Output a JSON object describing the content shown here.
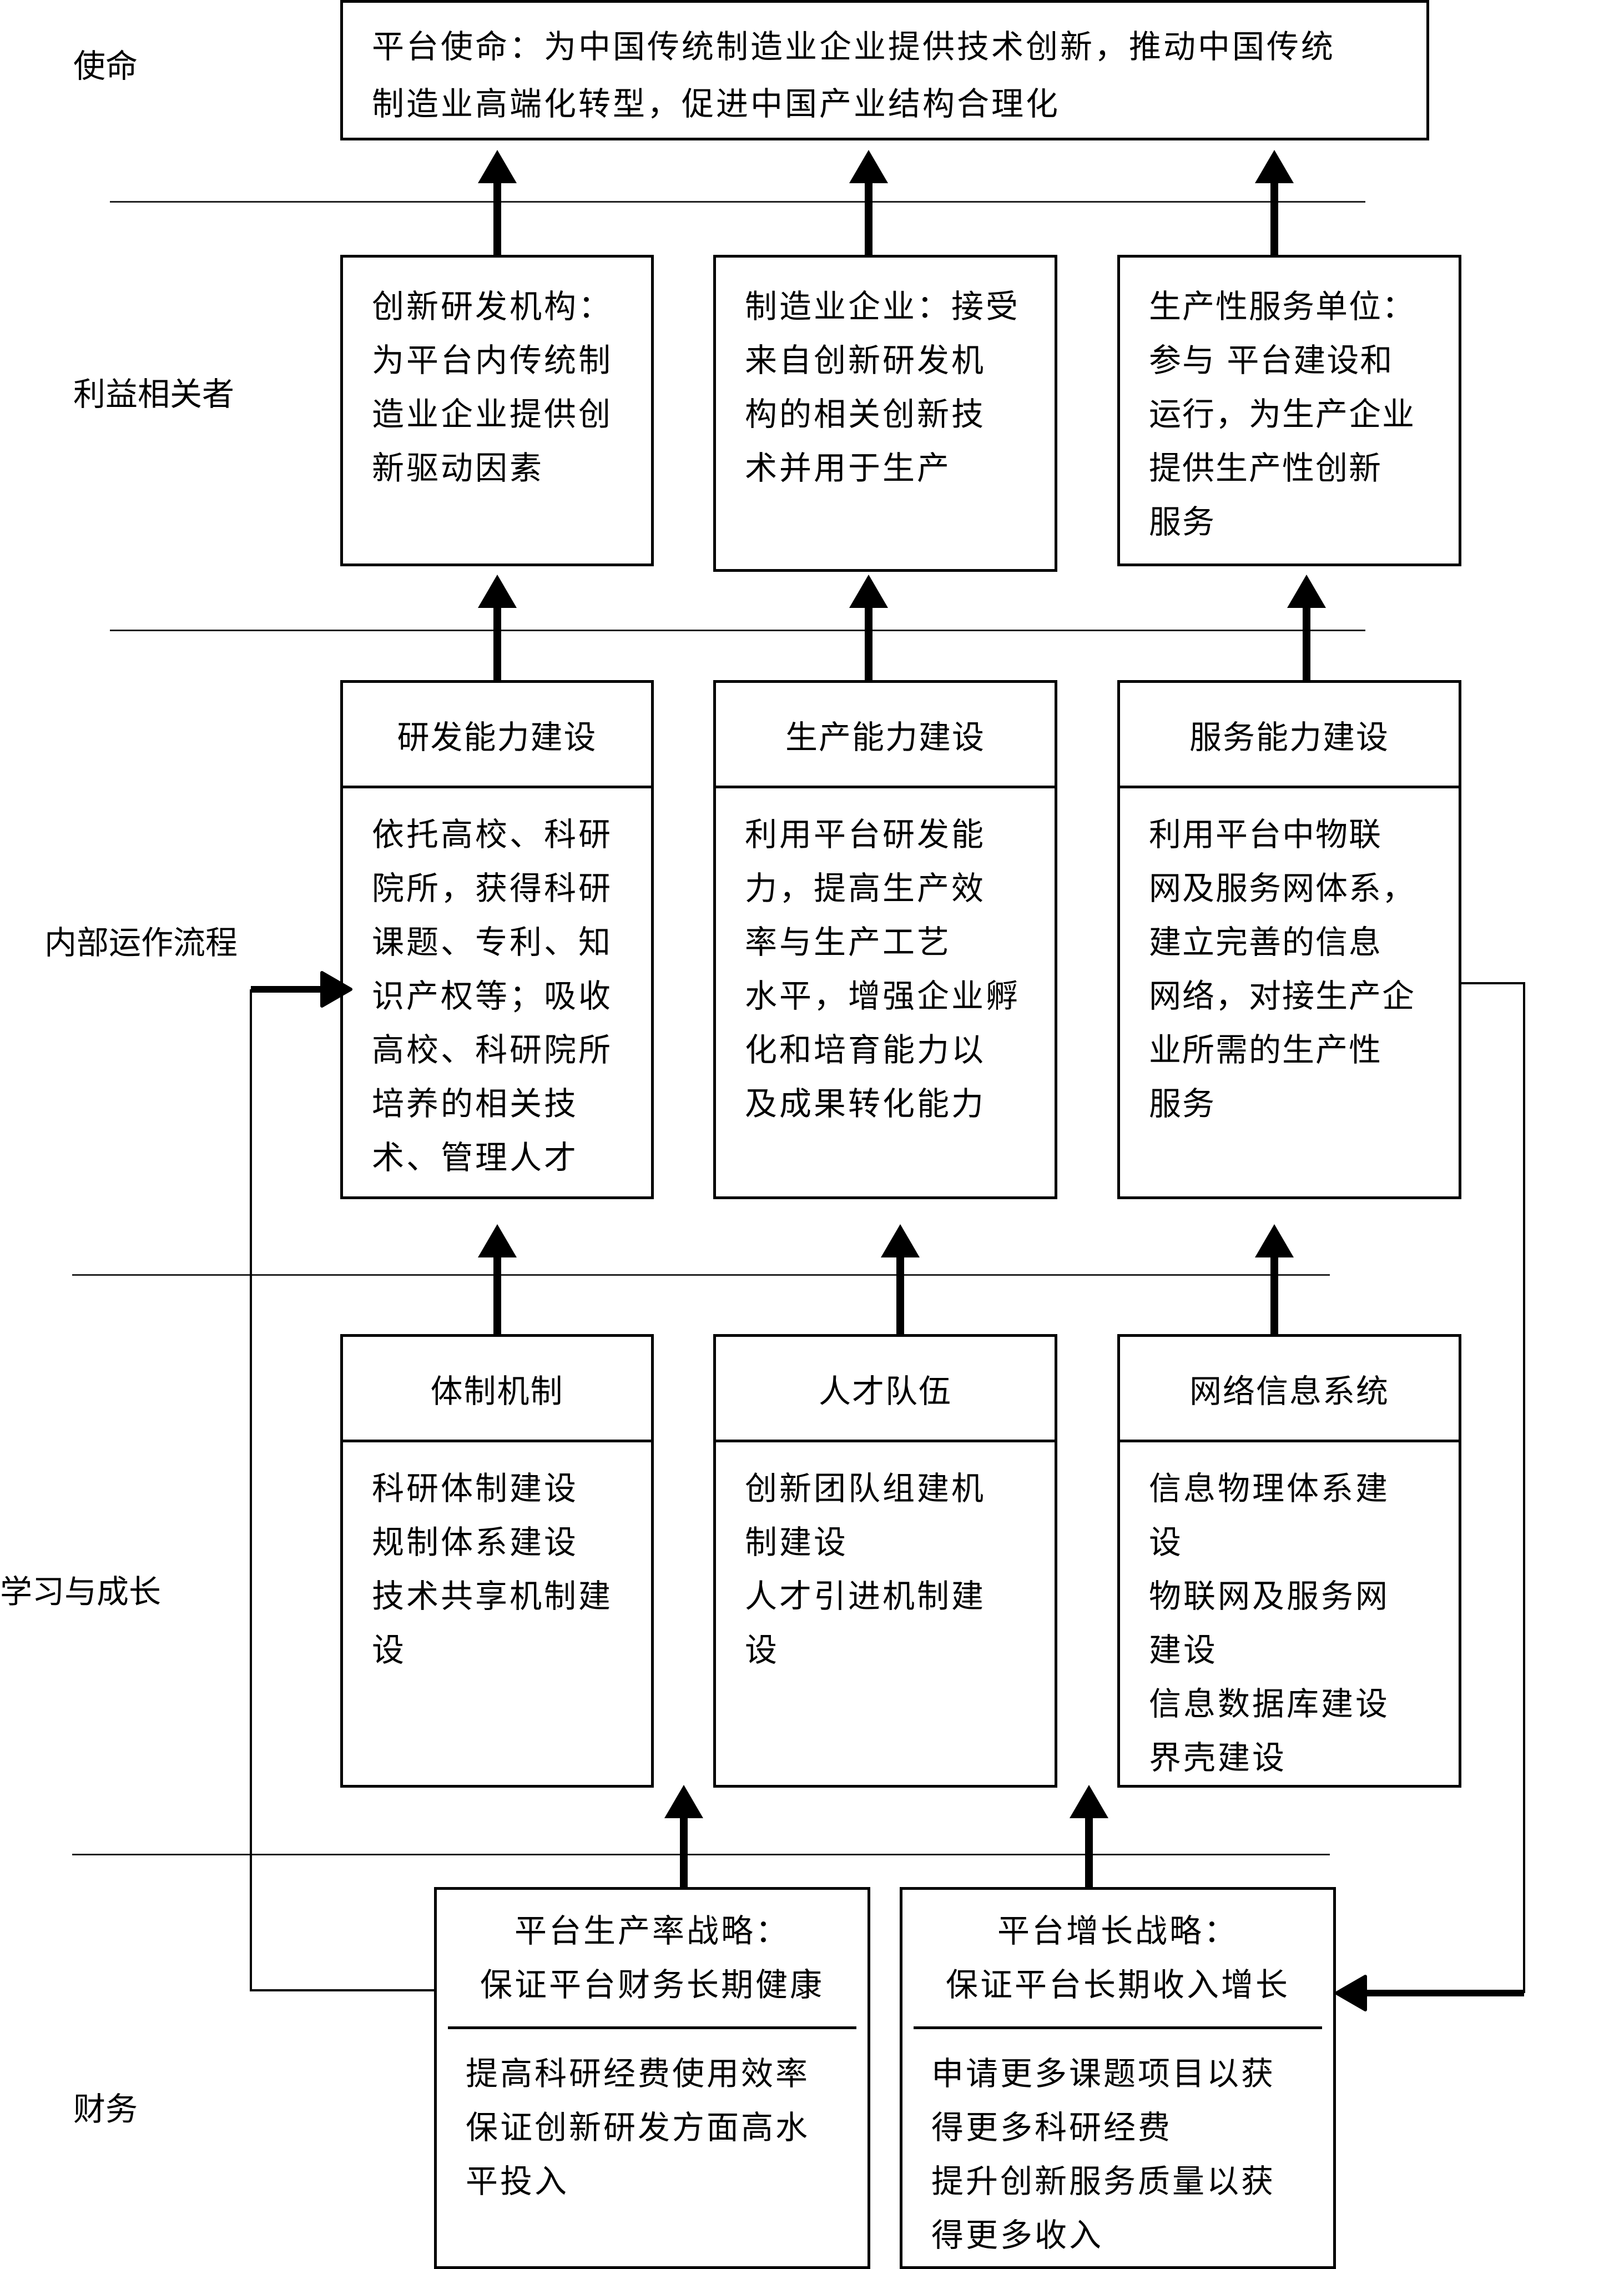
{
  "row_labels": {
    "mission": "使命",
    "stakeholders": "利益相关者",
    "internal_process": "内部运作流程",
    "learning_growth": "学习与成长",
    "finance": "财务"
  },
  "mission": {
    "text": "平台使命：为中国传统制造业企业提供技术创新，推动中国传统\n制造业高端化转型，促进中国产业结构合理化"
  },
  "stakeholders": [
    {
      "text": "创新研发机构：\n为平台内传统制\n造业企业提供创\n新驱动因素"
    },
    {
      "text": "制造业企业：接受\n来自创新研发机\n构的相关创新技\n术并用于生产"
    },
    {
      "text": "生产性服务单位：\n参与 平台建设和\n运行，为生产企业\n提供生产性创新\n服务"
    }
  ],
  "internal_process": [
    {
      "title": "研发能力建设",
      "text": "依托高校、科研\n院所，获得科研\n课题、专利、知\n识产权等；吸收\n高校、科研院所\n培养的相关技\n术、管理人才"
    },
    {
      "title": "生产能力建设",
      "text": "利用平台研发能\n力，提高生产效\n率与生产工艺\n水平，增强企业孵\n化和培育能力以\n及成果转化能力"
    },
    {
      "title": "服务能力建设",
      "text": "利用平台中物联\n网及服务网体系，\n建立完善的信息\n网络，对接生产企\n业所需的生产性\n服务"
    }
  ],
  "learning_growth": [
    {
      "title": "体制机制",
      "text": "科研体制建设\n规制体系建设\n技术共享机制建\n设"
    },
    {
      "title": "人才队伍",
      "text": "创新团队组建机\n制建设\n人才引进机制建\n设"
    },
    {
      "title": "网络信息系统",
      "text": "信息物理体系建\n设\n物联网及服务网\n建设\n信息数据库建设\n界壳建设"
    }
  ],
  "finance": [
    {
      "title": "平台生产率战略：\n保证平台财务长期健康",
      "text": "提高科研经费使用效率\n保证创新研发方面高水\n平投入"
    },
    {
      "title": "平台增长战略：\n保证平台长期收入增长",
      "text": "申请更多课题项目以获\n得更多科研经费\n提升创新服务质量以获\n得更多收入"
    }
  ],
  "line_color": "#000000"
}
